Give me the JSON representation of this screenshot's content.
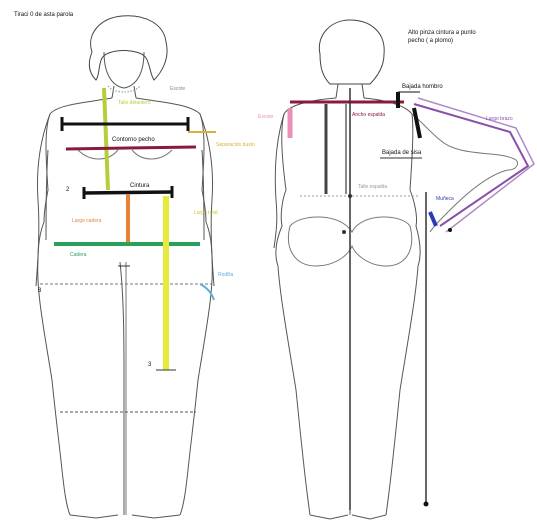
{
  "labels": {
    "top_left": "Tiraci 0 de asta parola",
    "top_right_line1": "Alto pinza cintura a punto",
    "top_right_line2": "pecho ( a plomo)",
    "escote": "Escote",
    "talle_delantero": "Talle delantero",
    "contorno_pecho": "Contorno pecho",
    "separacion_busto": "Separación busto",
    "cintura": "Cintura",
    "largo_cadera": "Largo cadera",
    "largo_total": "Largo total",
    "cadera": "Cadera",
    "rodilla": "Rodilla",
    "escote_espalda": "Escote",
    "ancho_espalda": "Ancho espalda",
    "bajada_hombro": "Bajada hombro",
    "largo_brazo": "Largo brazo",
    "bajada_sisa": "Bajada de sisa",
    "talle_espalda": "Talle espalda",
    "muneca": "Muñeca",
    "num_2": "2",
    "num_8": "8",
    "num_3": "3"
  },
  "colors": {
    "talle": "#b5cf3c",
    "pecho": "#8a1a3a",
    "cintura": "#111111",
    "cadera": "#2aa05a",
    "largo_cadera": "#e8823a",
    "largo_total": "#e6ea3a",
    "escote_espalda": "#e98fb8",
    "brazo": "#8a4fa8",
    "muneca": "#2c3ab8",
    "rodilla": "#5ab0d8",
    "separacion": "#d6b23a"
  }
}
